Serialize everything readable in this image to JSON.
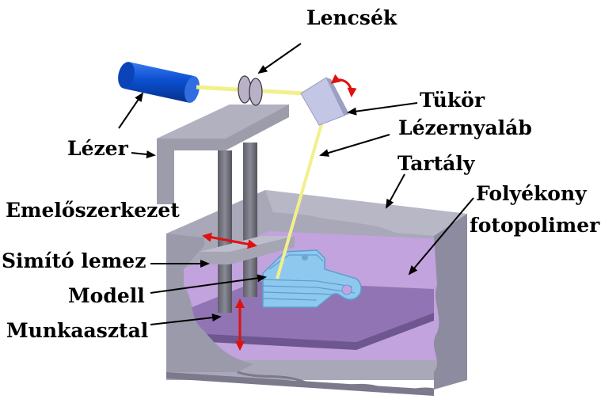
{
  "labels": {
    "lenses": "Lencsék",
    "mirror": "Tükör",
    "laser_beam": "Lézernyaláb",
    "laser": "Lézer",
    "tank": "Tartály",
    "elevator": "Emelőszerkezet",
    "liquid_line1": "Folyékony",
    "liquid_line2": "fotopolimer",
    "wiper": "Simító lemez",
    "model": "Modell",
    "platform": "Munkaasztal"
  },
  "colors": {
    "tank_gray": "#a9a8b8",
    "tank_dark": "#8d8b9f",
    "resin": "#c7a2e3",
    "laser_blue": "#0a4fd0",
    "beam_yellow": "#f2f08a",
    "model_blue": "#8fc8ee",
    "arrow_red": "#e01010"
  },
  "icons": {
    "motion_arrow": "double-headed-arrow-icon",
    "rotation_arrow": "curved-arrow-icon"
  }
}
